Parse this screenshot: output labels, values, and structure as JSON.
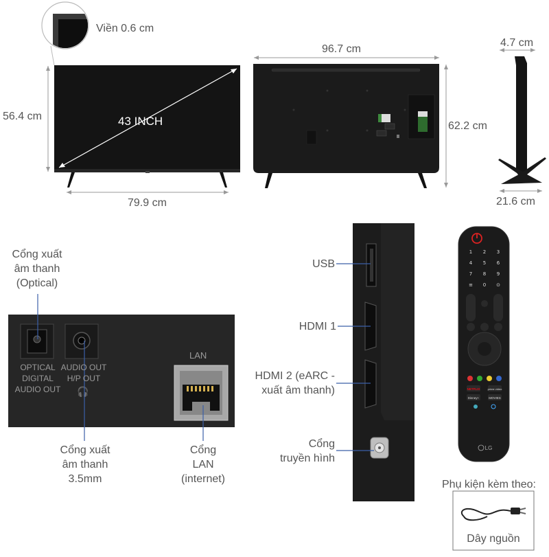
{
  "dimensions": {
    "bezel": "Viền 0.6 cm",
    "screen_size": "43 INCH",
    "front_height": "56.4 cm",
    "front_width": "79.9 cm",
    "back_width": "96.7 cm",
    "back_height": "62.2 cm",
    "depth_top": "4.7 cm",
    "stand_depth": "21.6 cm"
  },
  "rear_ports": {
    "optical_callout": [
      "Cổng xuất",
      "âm thanh",
      "(Optical)"
    ],
    "panel_optical": [
      "OPTICAL",
      "DIGITAL",
      "AUDIO OUT"
    ],
    "panel_audio": [
      "AUDIO OUT",
      "H/P OUT"
    ],
    "panel_lan": "LAN",
    "audio_callout": [
      "Cổng xuất",
      "âm thanh",
      "3.5mm"
    ],
    "lan_callout": [
      "Cổng",
      "LAN",
      "(internet)"
    ]
  },
  "side_ports": {
    "usb": "USB",
    "hdmi1": "HDMI 1",
    "hdmi2": [
      "HDMI 2 (eARC -",
      "xuất âm thanh)"
    ],
    "antenna": [
      "Cổng",
      "truyền hình"
    ]
  },
  "remote": {
    "buttons": [
      "NETFLIX",
      "prime video",
      "Disney+",
      "MOVIES"
    ],
    "brand": "LG"
  },
  "accessories": {
    "title": "Phụ kiện kèm theo:",
    "item": "Dây nguồn"
  }
}
